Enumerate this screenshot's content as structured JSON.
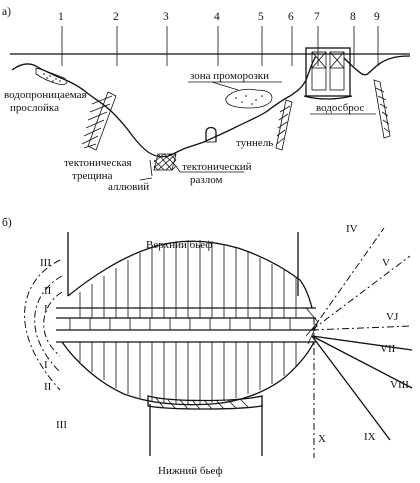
{
  "panel_a": {
    "label": "а)",
    "line_numbers": [
      "1",
      "2",
      "3",
      "4",
      "5",
      "6",
      "7",
      "8",
      "9"
    ],
    "labels": {
      "permeable_layer_1": "водопроницаемая",
      "permeable_layer_2": "прослойка",
      "freeze_zone": "зона проморозки",
      "tunnel": "туннель",
      "spillway": "водосброс",
      "tectonic_crack_1": "тектоническая",
      "tectonic_crack_2": "трещина",
      "tectonic_fault_1": "тектонический",
      "tectonic_fault_2": "разлом",
      "alluvium": "аллювий"
    }
  },
  "panel_b": {
    "label": "б)",
    "upstream": "Верхний бьеф",
    "downstream": "Нижний бьеф",
    "left_sections": [
      "III",
      "II",
      "I",
      "I",
      "II",
      "III"
    ],
    "right_sections": [
      "IV",
      "V",
      "VJ",
      "VII",
      "VIII",
      "IX",
      "X"
    ]
  }
}
